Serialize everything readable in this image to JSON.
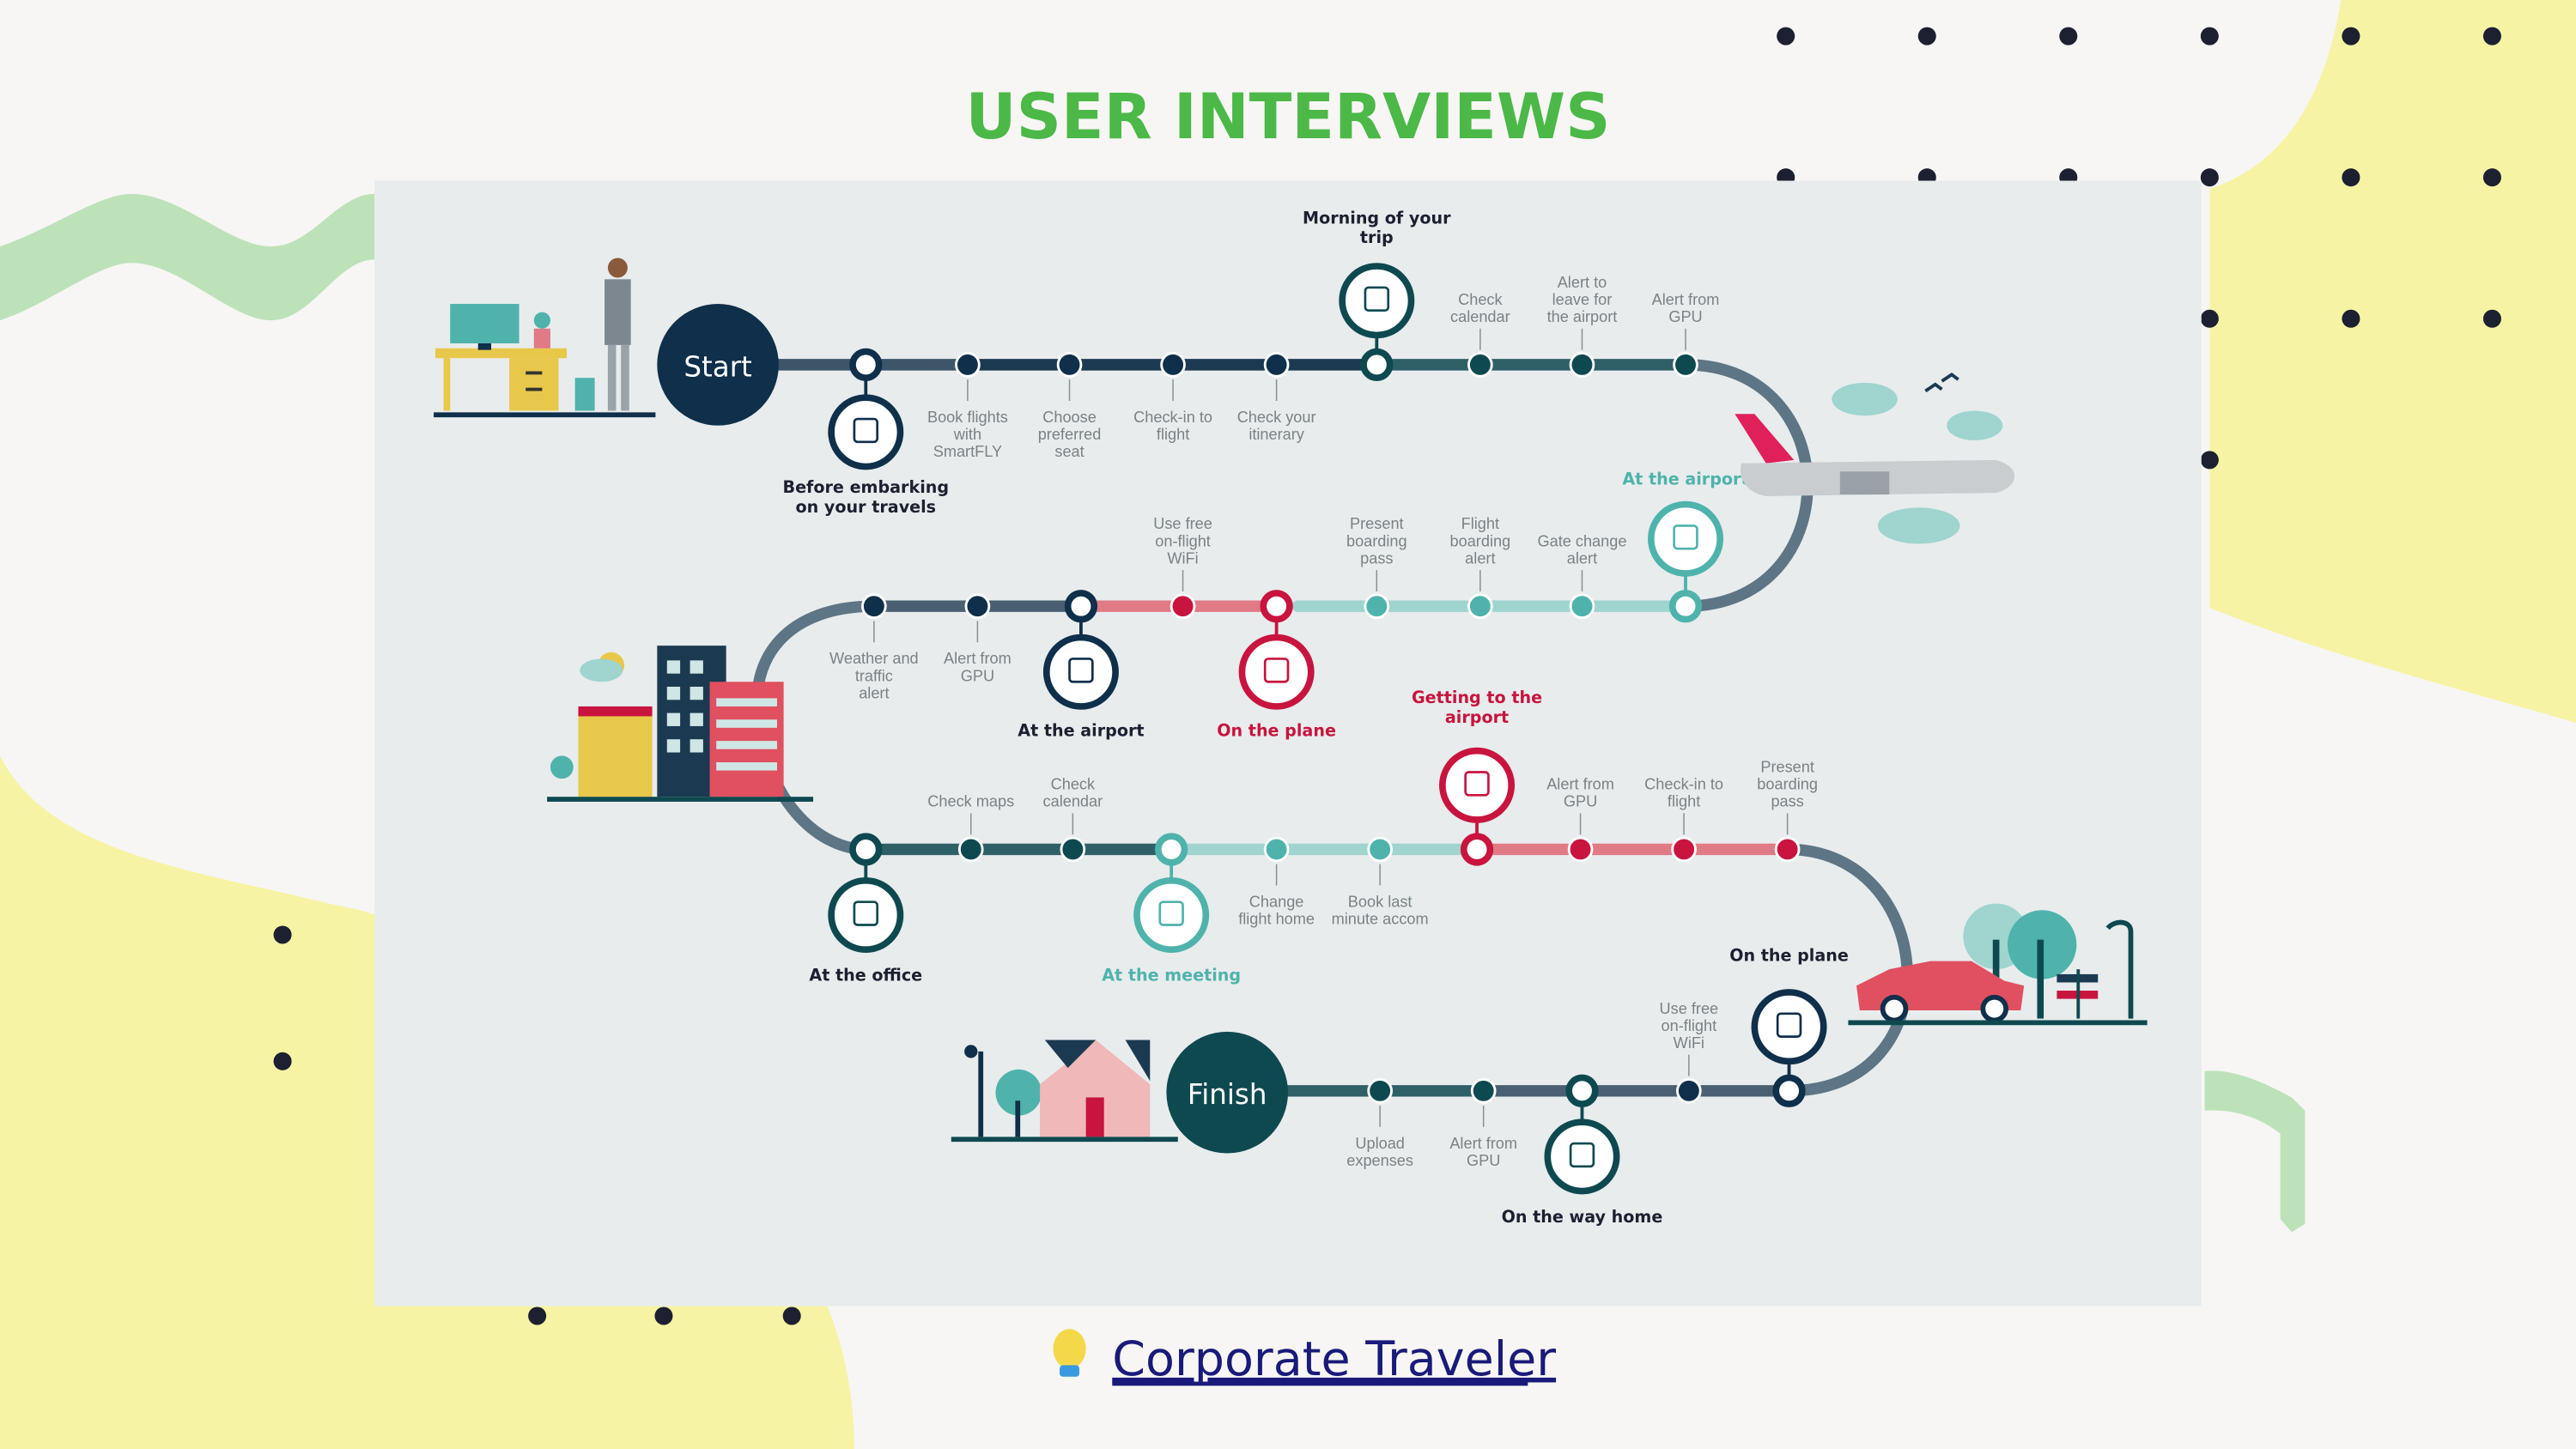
{
  "slide": {
    "title": "USER INTERVIEWS",
    "title_color": "#4cb848",
    "caption": "Corporate Traveler",
    "caption_icon": "lightbulb-icon",
    "caption_color": "#1a1a7a"
  },
  "colors": {
    "navy": "#0f2f4a",
    "dark_teal": "#0e4950",
    "slate": "#5d7585",
    "teal": "#4fb3ac",
    "teal_light": "#9fd4cf",
    "crimson": "#c8143f",
    "pink_line": "#e07a85",
    "panel_bg": "#e8eced",
    "page_bg": "#f7f6f4",
    "yellow_blob": "#f7f3a4",
    "green_blob": "#bde2b9",
    "dot": "#1c2030"
  },
  "journey": {
    "start_label": "Start",
    "finish_label": "Finish",
    "milestones": [
      {
        "id": "before-embarking",
        "label": "Before embarking on your travels",
        "icon": "phone-app-icon",
        "color": "navy"
      },
      {
        "id": "morning-of-trip",
        "label": "Morning of your trip",
        "icon": "suitcase-icon",
        "color": "dark_teal"
      },
      {
        "id": "at-the-airport-1",
        "label": "At the airport",
        "icon": "boarding-pass-icon",
        "color": "teal"
      },
      {
        "id": "on-the-plane-1",
        "label": "On the plane",
        "icon": "airplane-icon",
        "color": "crimson"
      },
      {
        "id": "at-the-airport-2",
        "label": "At the airport",
        "icon": "traveler-luggage-icon",
        "color": "navy"
      },
      {
        "id": "at-the-office",
        "label": "At the office",
        "icon": "office-building-icon",
        "color": "dark_teal"
      },
      {
        "id": "at-the-meeting",
        "label": "At the meeting",
        "icon": "meeting-icon",
        "color": "teal"
      },
      {
        "id": "getting-to-airport",
        "label": "Getting to the airport",
        "icon": "car-icon",
        "color": "crimson"
      },
      {
        "id": "on-the-plane-2",
        "label": "On the plane",
        "icon": "airplane-icon",
        "color": "navy"
      },
      {
        "id": "on-the-way-home",
        "label": "On the way home",
        "icon": "house-icon",
        "color": "dark_teal"
      }
    ],
    "steps": {
      "row1": [
        "Book flights with SmartFLY",
        "Choose preferred seat",
        "Check-in to flight",
        "Check your itinerary",
        "Check calendar",
        "Alert to leave for the airport",
        "Alert from GPU"
      ],
      "row2": [
        "Present boarding pass",
        "Flight boarding alert",
        "Gate change alert",
        "Use free on-flight WiFi",
        "Weather and traffic alert",
        "Alert from GPU"
      ],
      "row3": [
        "Check maps",
        "Check calendar",
        "Change flight home",
        "Book last minute accom",
        "Alert from GPU",
        "Check-in to flight",
        "Present boarding pass"
      ],
      "row4": [
        "Use free on-flight WiFi",
        "Upload expenses",
        "Alert from GPU"
      ]
    }
  }
}
